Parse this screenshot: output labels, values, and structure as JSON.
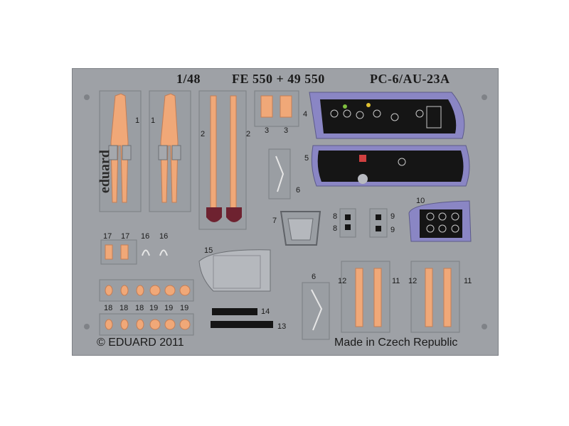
{
  "header": {
    "scale": "1/48",
    "catalog": "FE 550 + 49 550",
    "model": "PC-6/AU-23A"
  },
  "brand": "eduard",
  "footer": {
    "copyright": "© EDUARD 2011",
    "origin": "Made in Czech Republic"
  },
  "part_numbers": {
    "p1a": "1",
    "p1b": "1",
    "p2a": "2",
    "p2b": "2",
    "p3a": "3",
    "p3b": "3",
    "p4": "4",
    "p5": "5",
    "p6a": "6",
    "p6b": "6",
    "p7": "7",
    "p8a": "8",
    "p8b": "8",
    "p9a": "9",
    "p9b": "9",
    "p10": "10",
    "p11a": "11",
    "p11b": "11",
    "p12a": "12",
    "p12b": "12",
    "p13": "13",
    "p14": "14",
    "p15": "15",
    "p16a": "16",
    "p16b": "16",
    "p17a": "17",
    "p17b": "17",
    "p18a": "18",
    "p18b": "18",
    "p18c": "18",
    "p19a": "19",
    "p19b": "19",
    "p19c": "19"
  },
  "colors": {
    "fret": "#9ea1a6",
    "copper": "#f0a878",
    "panel_black": "#151515",
    "panel_purple": "#8a86c4",
    "buckle_dark": "#6e2230"
  }
}
